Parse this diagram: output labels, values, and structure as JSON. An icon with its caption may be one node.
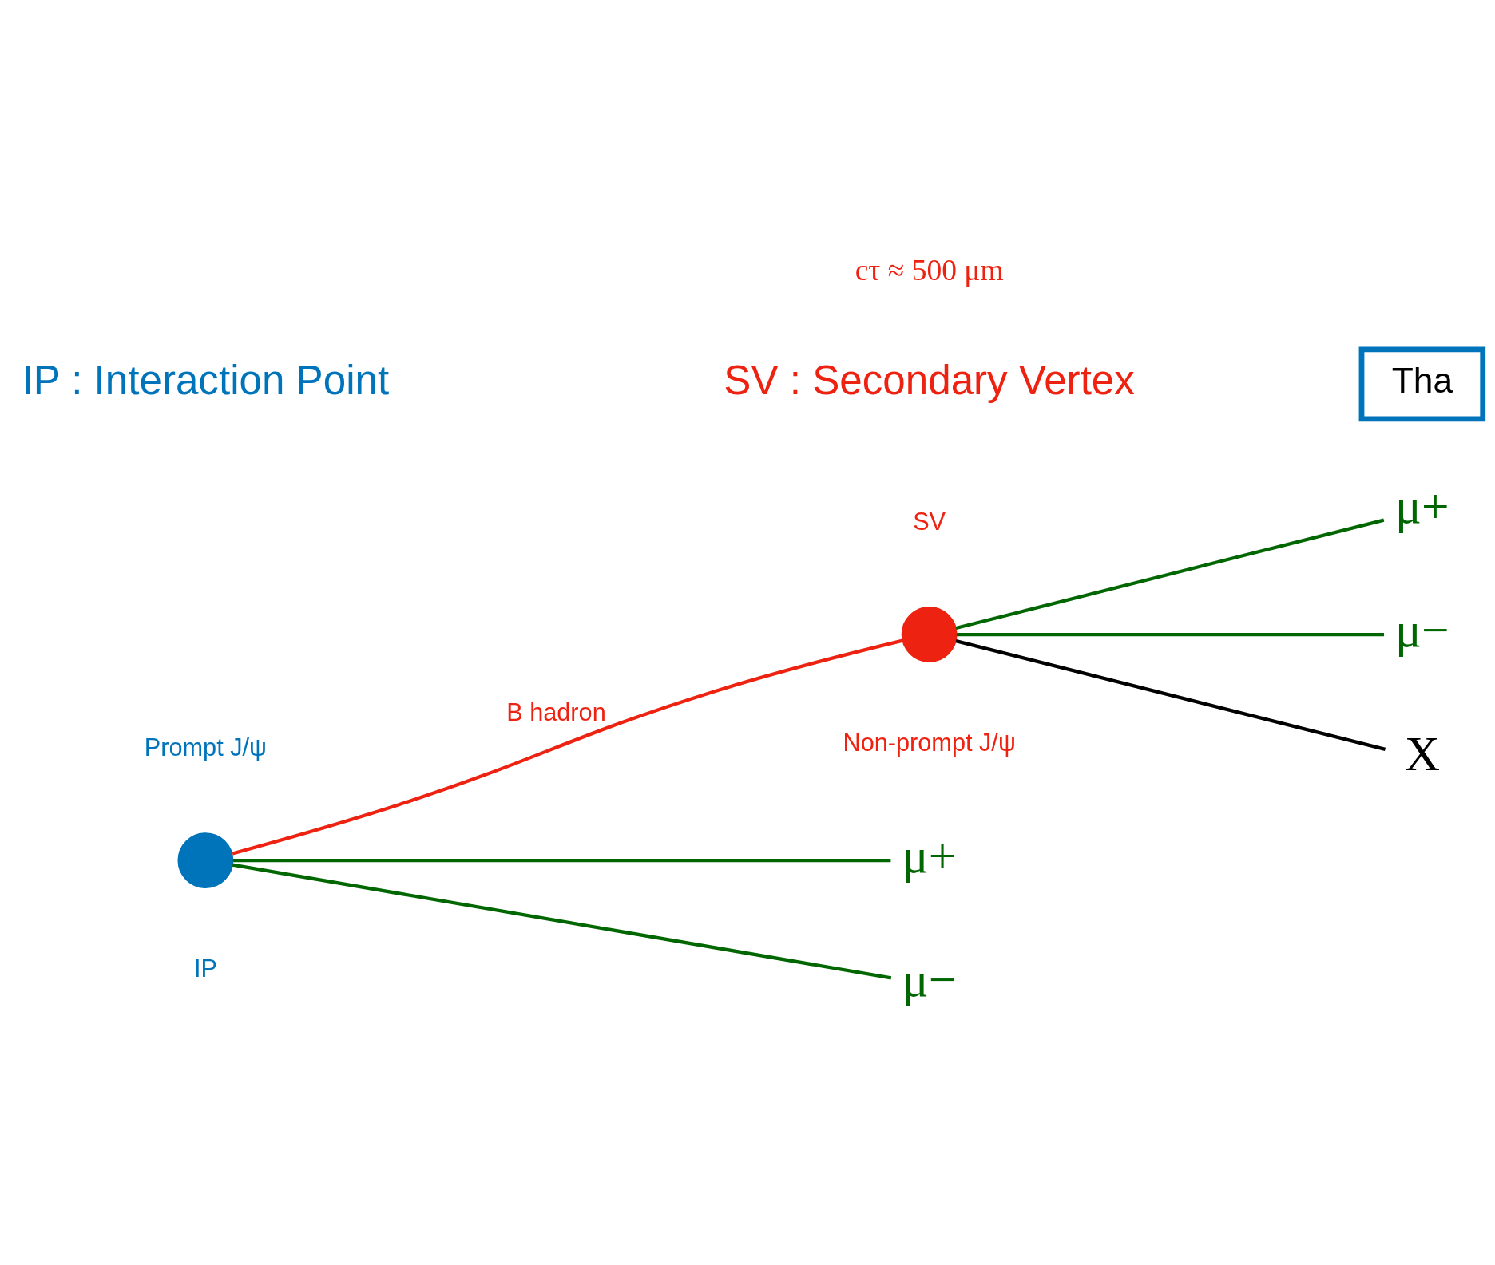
{
  "diagram": {
    "nodes": [
      {
        "text": [],
        "shape": "circle",
        "beside": [
          "Prompt J/ψ",
          "IP"
        ]
      },
      {
        "text": [],
        "shape": "circle",
        "beside": [
          "SV",
          "Non-prompt J/ψ"
        ]
      },
      {
        "text": [
          "μ+"
        ]
      },
      {
        "text": [
          "μ−"
        ]
      },
      {
        "text": [
          "X"
        ]
      },
      {
        "text": [
          "μ+"
        ]
      },
      {
        "text": [
          "μ−"
        ]
      },
      {
        "text": [
          "Tha"
        ]
      }
    ],
    "edges": [
      {
        "from": 0,
        "to": 1,
        "arrow": "none",
        "label": "B hadron",
        "color": "#ee2211"
      },
      {
        "from": 1,
        "to": 2,
        "arrow": "none"
      },
      {
        "from": 1,
        "to": 3,
        "arrow": "none"
      },
      {
        "from": 1,
        "to": 4,
        "arrow": "none",
        "color": "#000000"
      },
      {
        "from": 0,
        "to": 5,
        "arrow": "none"
      },
      {
        "from": 0,
        "to": 6,
        "arrow": "none"
      }
    ],
    "labels": [
      "cτ ≈ 500 μm",
      "IP : Interaction Point",
      "SV : Secondary Vertex"
    ]
  }
}
